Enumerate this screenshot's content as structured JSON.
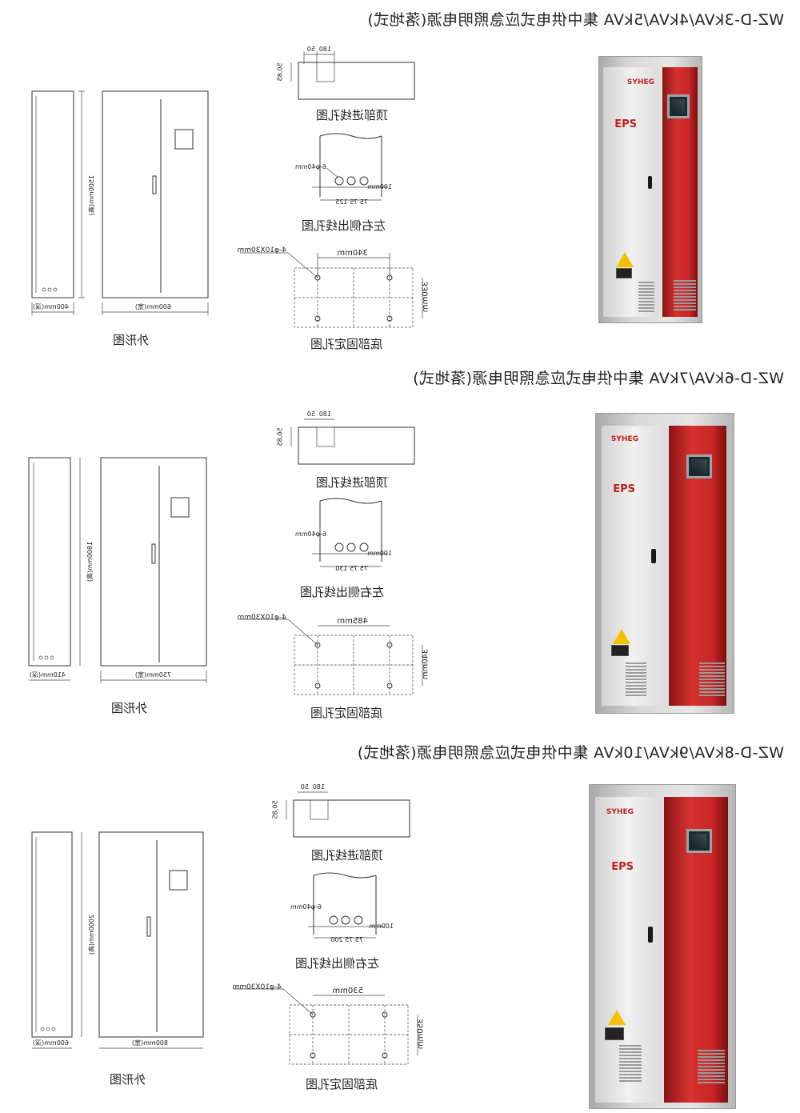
{
  "sections": [
    {
      "title": "WZ-D-3kVA/4kVA/5kVA 集中供电式应急照明电源(落地式)",
      "top_dims": {
        "d1": "180",
        "d2": "50",
        "d3": "50,85"
      },
      "top_caption": "顶部进线孔图",
      "side_dims": {
        "hole": "6-φ40mm",
        "h": "100mm",
        "spacing": "75 75 125"
      },
      "side_caption": "左右侧出线孔图",
      "base_dims": {
        "holes": "4-φ10X30mm",
        "w": "340mm",
        "d": "330mm"
      },
      "base_caption": "底部固定孔图",
      "outline": {
        "height": "1500mm(高)",
        "depth": "400mm(深)",
        "width": "600mm(宽)"
      },
      "outline_caption": "外形图"
    },
    {
      "title": "WZ-D-6kVA/7kVA 集中供电式应急照明电源(落地式)",
      "top_dims": {
        "d1": "180",
        "d2": "50",
        "d3": "50,85"
      },
      "top_caption": "顶部进线孔图",
      "side_dims": {
        "hole": "6-φ40mm",
        "h": "100mm",
        "spacing": "75 75 130"
      },
      "side_caption": "左右侧出线孔图",
      "base_dims": {
        "holes": "4-φ10X30mm",
        "w": "485mm",
        "d": "340mm"
      },
      "base_caption": "底部固定孔图",
      "outline": {
        "height": "1800mm(高)",
        "depth": "410mm(深)",
        "width": "750mm(宽)"
      },
      "outline_caption": "外形图"
    },
    {
      "title": "WZ-D-8kVA/9kVA/10kVA 集中供电式应急照明电源(落地式)",
      "top_dims": {
        "d1": "180",
        "d2": "50",
        "d3": "50,85"
      },
      "top_caption": "顶部进线孔图",
      "side_dims": {
        "hole": "6-φ40mm",
        "h": "100mm",
        "spacing": "75 75 200"
      },
      "side_caption": "左右侧出线孔图",
      "base_dims": {
        "holes": "4-φ10X30mm",
        "w": "530mm",
        "d": "350mm"
      },
      "base_caption": "底部固定孔图",
      "outline": {
        "height": "2000mm(高)",
        "depth": "600mm(深)",
        "width": "800mm(宽)"
      },
      "outline_caption": "外形图"
    }
  ],
  "photo": {
    "brand": "SYHEG",
    "label": "EPS",
    "tag": "EPS"
  },
  "colors": {
    "door_red": "#c92626",
    "cabinet_grey": "#d9d9d9",
    "line": "#333333"
  }
}
